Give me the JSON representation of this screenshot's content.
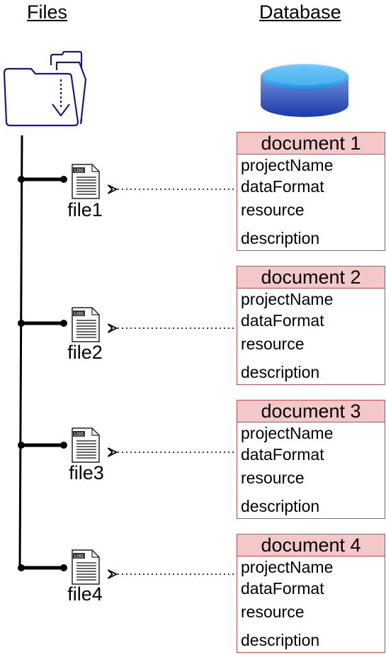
{
  "headings": {
    "files": "Files",
    "database": "Database"
  },
  "files": [
    {
      "label": "file1",
      "icon_badge": "LOG"
    },
    {
      "label": "file2",
      "icon_badge": "LOG"
    },
    {
      "label": "file3",
      "icon_badge": "LOG"
    },
    {
      "label": "file4",
      "icon_badge": "LOG"
    }
  ],
  "documents": [
    {
      "title": "document 1",
      "fields": [
        "projectName",
        "dataFormat",
        "resource",
        "description"
      ]
    },
    {
      "title": "document 2",
      "fields": [
        "projectName",
        "dataFormat",
        "resource",
        "description"
      ]
    },
    {
      "title": "document 3",
      "fields": [
        "projectName",
        "dataFormat",
        "resource",
        "description"
      ]
    },
    {
      "title": "document 4",
      "fields": [
        "projectName",
        "dataFormat",
        "resource",
        "description"
      ]
    }
  ],
  "colors": {
    "folder_stroke": "#1a1a7a",
    "database_top": "#2ea0e8",
    "database_body": "#1f3fb0",
    "doc_border": "#c0504d",
    "doc_header_fill": "#f4c7c8"
  }
}
